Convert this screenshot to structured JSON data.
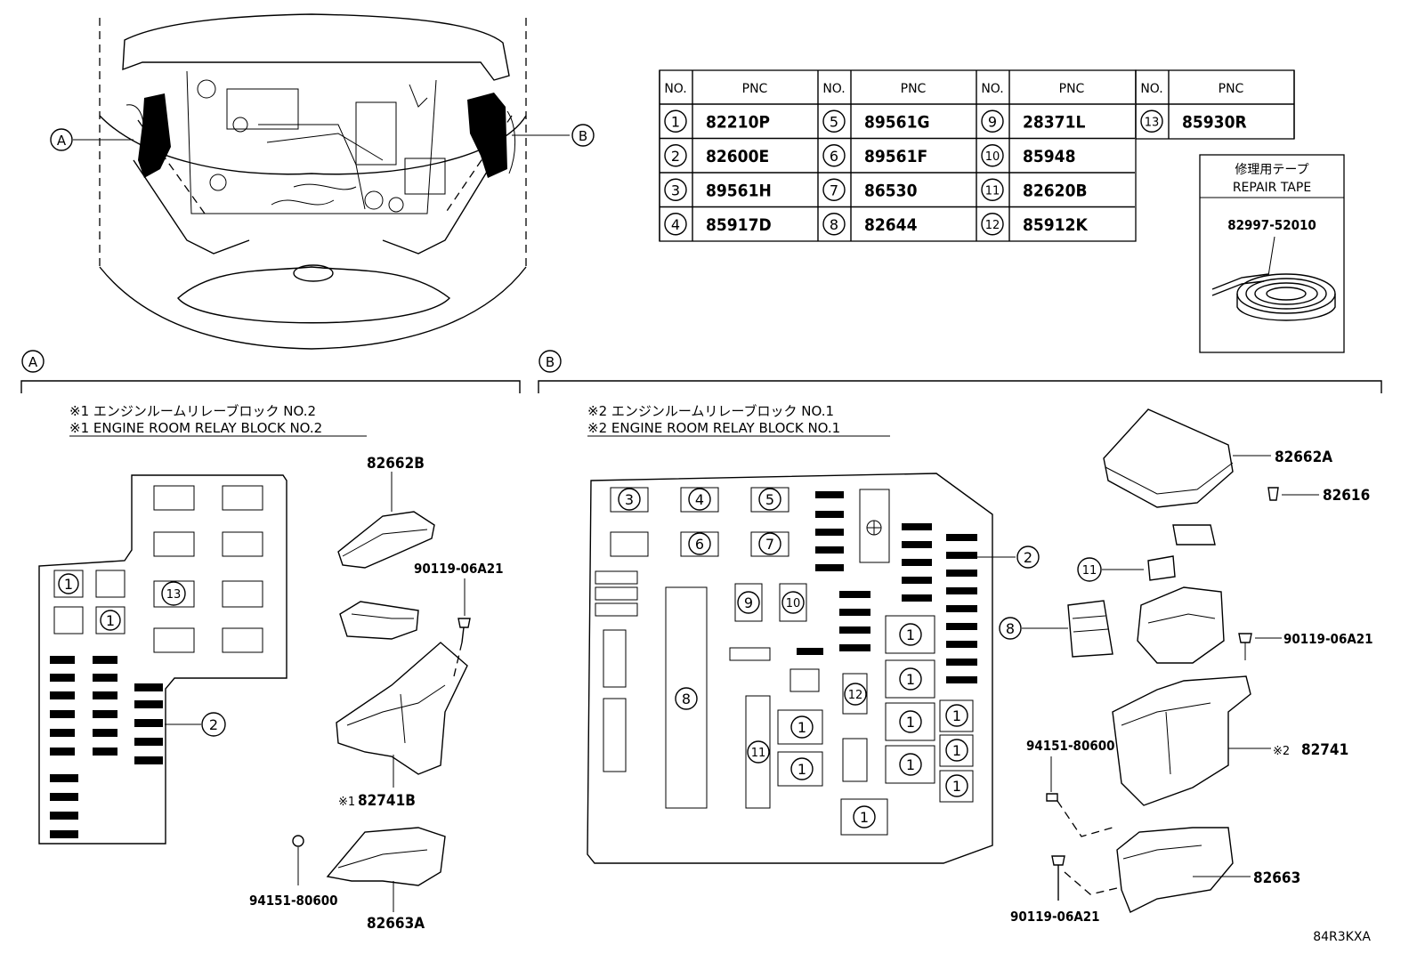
{
  "header_labels": {
    "no": "NO.",
    "pnc": "PNC"
  },
  "parts_table": [
    {
      "no": "1",
      "pnc": "82210P"
    },
    {
      "no": "2",
      "pnc": "82600E"
    },
    {
      "no": "3",
      "pnc": "89561H"
    },
    {
      "no": "4",
      "pnc": "85917D"
    },
    {
      "no": "5",
      "pnc": "89561G"
    },
    {
      "no": "6",
      "pnc": "89561F"
    },
    {
      "no": "7",
      "pnc": "86530"
    },
    {
      "no": "8",
      "pnc": "82644"
    },
    {
      "no": "9",
      "pnc": "28371L"
    },
    {
      "no": "10",
      "pnc": "85948"
    },
    {
      "no": "11",
      "pnc": "82620B"
    },
    {
      "no": "12",
      "pnc": "85912K"
    },
    {
      "no": "13",
      "pnc": "85930R"
    }
  ],
  "repair_tape": {
    "title_jp": "修理用テープ",
    "title_en": "REPAIR TAPE",
    "part": "82997-52010"
  },
  "view_markers": {
    "a": "A",
    "b": "B"
  },
  "section_a": {
    "title_jp": "※1 エンジンルームリレーブロック NO.2",
    "title_en": "※1 ENGINE ROOM RELAY BLOCK NO.2",
    "parts": {
      "cover": "82662B",
      "bolt": "90119-06A21",
      "block_mark": "※1",
      "block": "82741B",
      "grommet": "94151-80600",
      "lower": "82663A"
    }
  },
  "section_b": {
    "title_jp": "※2 エンジンルームリレーブロック NO.1",
    "title_en": "※2 ENGINE ROOM RELAY BLOCK NO.1",
    "parts": {
      "cover": "82662A",
      "clip": "82616",
      "bolt_upper": "90119-06A21",
      "block_mark": "※2",
      "block": "82741",
      "grommet": "94151-80600",
      "lower": "82663",
      "bolt_lower": "90119-06A21"
    }
  },
  "figure_id": "84R3KXA"
}
